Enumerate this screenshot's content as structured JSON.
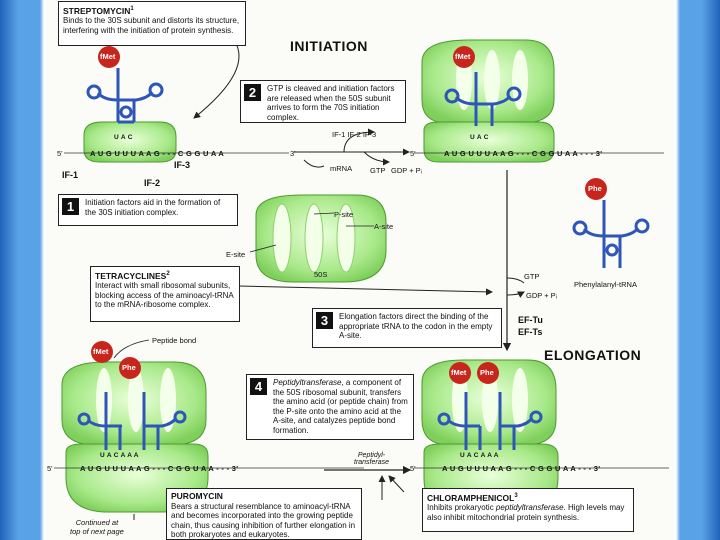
{
  "titles": {
    "initiation": "INITIATION",
    "elongation": "ELONGATION"
  },
  "streptomycin": {
    "title": "STREPTOMYCIN",
    "sup": "1",
    "text": "Binds to the 30S subunit and distorts its structure, interfering with the initiation of protein synthesis."
  },
  "tetracyclines": {
    "title": "TETRACYCLINES",
    "sup": "2",
    "text": "Interact with small ribosomal subunits, blocking access of the aminoacyl-tRNA to the mRNA-ribosome complex."
  },
  "puromycin": {
    "title": "PUROMYCIN",
    "text": "Bears a structural resemblance to aminoacyl-tRNA and becomes incorporated into the growing peptide chain, thus causing inhibition of further elongation in both prokaryotes and eukaryotes."
  },
  "chloramphenicol": {
    "title": "CHLORAMPHENICOL",
    "sup": "3",
    "text1": "Inhibits prokaryotic ",
    "ital": "peptidyltransferase",
    "text2": ". High levels may also inhibit mitochondrial protein synthesis."
  },
  "steps": [
    {
      "num": "1",
      "text": "Initiation factors aid in the formation of the 30S initiation complex."
    },
    {
      "num": "2",
      "text": "GTP is cleaved and initiation factors are released when the 50S subunit arrives to form the 70S initiation complex."
    },
    {
      "num": "3",
      "text": "Elongation factors direct the binding of the appropriate tRNA to the codon in the empty A-site."
    },
    {
      "num": "4",
      "ital": "Peptidyltransferase",
      "text": ", a component of the 50S ribosomal subunit, transfers the amino acid (or peptide chain) from the P-site onto the amino acid at the A-site, and catalyzes peptide bond formation."
    }
  ],
  "labels": {
    "fmet": "fMet",
    "phe": "Phe",
    "if1": "IF-1",
    "if2": "IF-2",
    "if3": "IF-3",
    "if_row": "IF-1  IF-2  IF-3",
    "mrna": "mRNA",
    "gtp": "GTP",
    "gdp_pi": "GDP + Pᵢ",
    "p_site": "P-site",
    "a_site": "A-site",
    "e_site": "E-site",
    "s50": "50S",
    "phenylalanyl": "Phenylalanyl-tRNA",
    "ef_tu": "EF-Tu",
    "ef_ts": "EF-Ts",
    "peptide_bond": "Peptide bond",
    "peptidyl_transferase": "Peptidyl-\ntransferase",
    "continued": "Continued at\ntop of next page",
    "five": "5'",
    "three": "3'",
    "three_end": "3'"
  },
  "sequences": {
    "seq1": "A U G U U U A A G - - - C G G U A A",
    "seq2": "A U G U U U A A G - - - C G G U A A - - - 3'",
    "seq3": "A U G U U U A A G - - - C G G U A A - - - 3'",
    "seq4": "A U G U U U A A G - - - C G G U A A - - - 3'",
    "anticodon1": "U A C",
    "anticodon2": "U A C A A A"
  },
  "colors": {
    "ribosome": "#a9e98a",
    "ribosome_edge": "#4e9a2f",
    "trna": "#2d56b8",
    "fmet": "#c8251d",
    "frame": "#2f7fd0"
  }
}
